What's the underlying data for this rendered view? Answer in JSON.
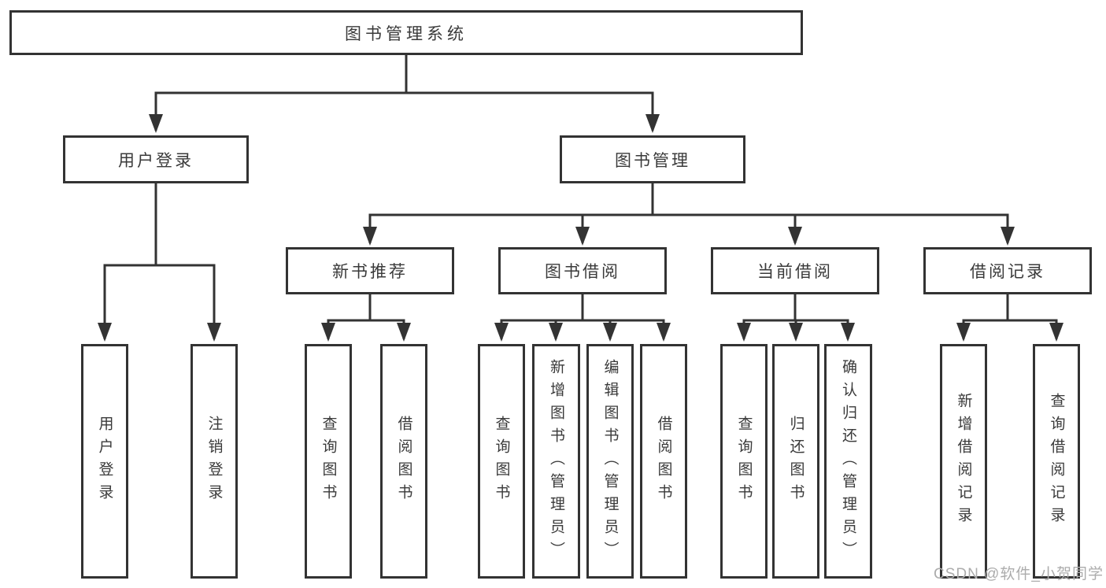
{
  "diagram": {
    "type": "hierarchy-tree",
    "title": "图书管理系统",
    "watermark": "CSDN @软件_小贺同学",
    "colors": {
      "line": "#333333",
      "box_border": "#333333",
      "box_background": "#ffffff",
      "text": "#3a3a3a",
      "watermark": "#acacac"
    },
    "nodes": {
      "root": {
        "label": "图书管理系统"
      },
      "user_login": {
        "label": "用户登录"
      },
      "book_management": {
        "label": "图书管理"
      },
      "new_book_recommend": {
        "label": "新书推荐"
      },
      "book_borrow": {
        "label": "图书借阅"
      },
      "current_borrow": {
        "label": "当前借阅"
      },
      "borrow_records": {
        "label": "借阅记录"
      },
      "leaf_user_login": {
        "label": "用户登录"
      },
      "leaf_logout": {
        "label": "注销登录"
      },
      "leaf_query_books_1": {
        "label": "查询图书"
      },
      "leaf_borrow_books_1": {
        "label": "借阅图书"
      },
      "leaf_query_books_2": {
        "label": "查询图书"
      },
      "leaf_add_books_admin": {
        "label": "新增图书（管理员）"
      },
      "leaf_edit_books_admin": {
        "label": "编辑图书（管理员）"
      },
      "leaf_borrow_books_2": {
        "label": "借阅图书"
      },
      "leaf_query_books_3": {
        "label": "查询图书"
      },
      "leaf_return_books": {
        "label": "归还图书"
      },
      "leaf_confirm_return_admin": {
        "label": "确认归还（管理员）"
      },
      "leaf_add_borrow_record": {
        "label": "新增借阅记录"
      },
      "leaf_query_borrow_record": {
        "label": "查询借阅记录"
      }
    },
    "hierarchy": {
      "图书管理系统": [
        "用户登录",
        "图书管理"
      ],
      "用户登录": [
        "用户登录",
        "注销登录"
      ],
      "图书管理": [
        "新书推荐",
        "图书借阅",
        "当前借阅",
        "借阅记录"
      ],
      "新书推荐": [
        "查询图书",
        "借阅图书"
      ],
      "图书借阅": [
        "查询图书",
        "新增图书（管理员）",
        "编辑图书（管理员）",
        "借阅图书"
      ],
      "当前借阅": [
        "查询图书",
        "归还图书",
        "确认归还（管理员）"
      ],
      "借阅记录": [
        "新增借阅记录",
        "查询借阅记录"
      ]
    }
  }
}
